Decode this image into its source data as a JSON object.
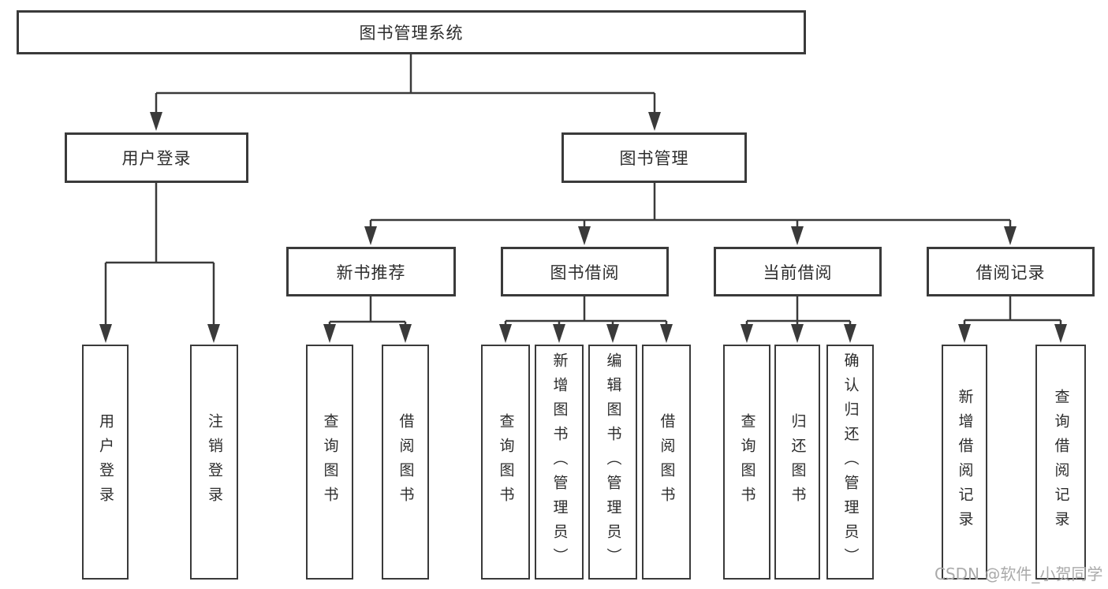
{
  "diagram": {
    "root": {
      "label": "图书管理系统"
    },
    "branches": [
      {
        "label": "用户登录",
        "children": [
          "用户登录",
          "注销登录"
        ]
      },
      {
        "label": "图书管理",
        "groups": [
          {
            "label": "新书推荐",
            "children": [
              "查询图书",
              "借阅图书"
            ]
          },
          {
            "label": "图书借阅",
            "children": [
              "查询图书",
              "新增图书（管理员）",
              "编辑图书（管理员）",
              "借阅图书"
            ]
          },
          {
            "label": "当前借阅",
            "children": [
              "查询图书",
              "归还图书",
              "确认归还（管理员）"
            ]
          },
          {
            "label": "借阅记录",
            "children": [
              "新增借阅记录",
              "查询借阅记录"
            ]
          }
        ]
      }
    ]
  },
  "watermark": {
    "text": "CSDN @软件_小贺同学"
  },
  "colors": {
    "line": "#3a3a3a",
    "text": "#2d2d2d",
    "background": "#ffffff",
    "watermark": "#aaaaaa"
  }
}
